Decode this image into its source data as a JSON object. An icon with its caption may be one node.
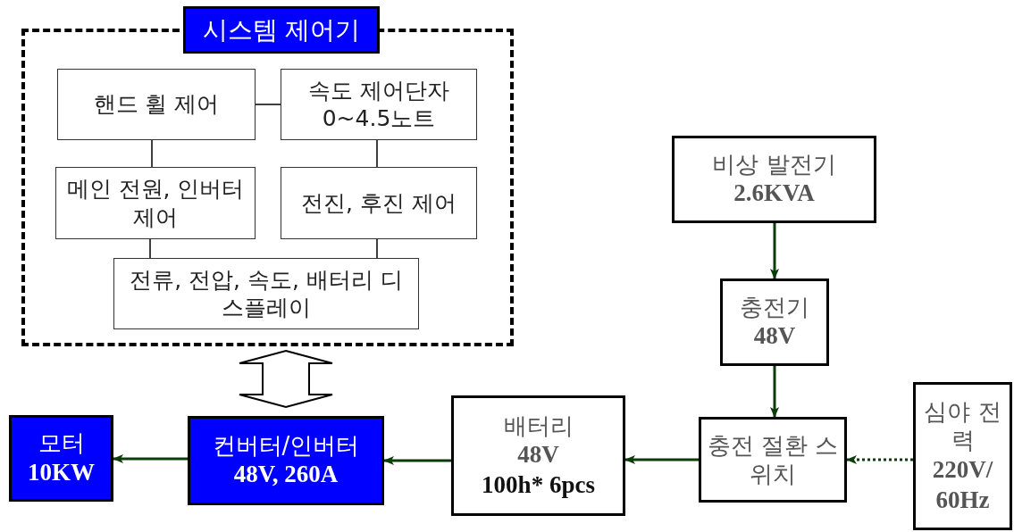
{
  "diagram": {
    "nodes": [
      {
        "text": [
          "시스템 제어기"
        ]
      },
      {
        "text": [
          "핸드 휠 제어"
        ],
        "in": 0
      },
      {
        "text": [
          "속도 제어단자 0~4.5노트"
        ],
        "in": 0
      },
      {
        "text": [
          "메인 전원, 인버터 제어"
        ],
        "in": 0
      },
      {
        "text": [
          "전진, 후진 제어"
        ],
        "in": 0
      },
      {
        "text": [
          "전류, 전압, 속도, 배터리 디스플레이"
        ],
        "in": 0
      },
      {
        "text": [
          "모터",
          "10KW"
        ]
      },
      {
        "text": [
          "컨버터/인버터",
          "48V, 260A"
        ]
      },
      {
        "text": [
          "배터리",
          "48V",
          "100h* 6pcs"
        ]
      },
      {
        "text": [
          "비상 발전기",
          "2.6KVA"
        ]
      },
      {
        "text": [
          "충전기",
          "48V"
        ]
      },
      {
        "text": [
          "충전 절환 스위치"
        ]
      },
      {
        "text": [
          "심야 전력",
          "220V/ 60Hz"
        ]
      }
    ],
    "edges": [
      {
        "from": 1,
        "to": 2,
        "arrow": "none"
      },
      {
        "from": 1,
        "to": 3,
        "arrow": "none"
      },
      {
        "from": 2,
        "to": 4,
        "arrow": "none"
      },
      {
        "from": 3,
        "to": 5,
        "arrow": "none"
      },
      {
        "from": 4,
        "to": 5,
        "arrow": "none"
      },
      {
        "from": 0,
        "to": 7,
        "arrow": "both",
        "style": "thick"
      },
      {
        "from": 9,
        "to": 10,
        "arrow": "to",
        "color": "#0b3d0b"
      },
      {
        "from": 10,
        "to": 11,
        "arrow": "to",
        "color": "#0b3d0b"
      },
      {
        "from": 12,
        "to": 11,
        "arrow": "to",
        "style": "dashed",
        "color": "#0b3d0b"
      },
      {
        "from": 11,
        "to": 8,
        "arrow": "to",
        "color": "#0b3d0b"
      },
      {
        "from": 8,
        "to": 7,
        "arrow": "to",
        "color": "#0b3d0b"
      },
      {
        "from": 7,
        "to": 6,
        "arrow": "to",
        "color": "#0b3d0b"
      }
    ]
  }
}
